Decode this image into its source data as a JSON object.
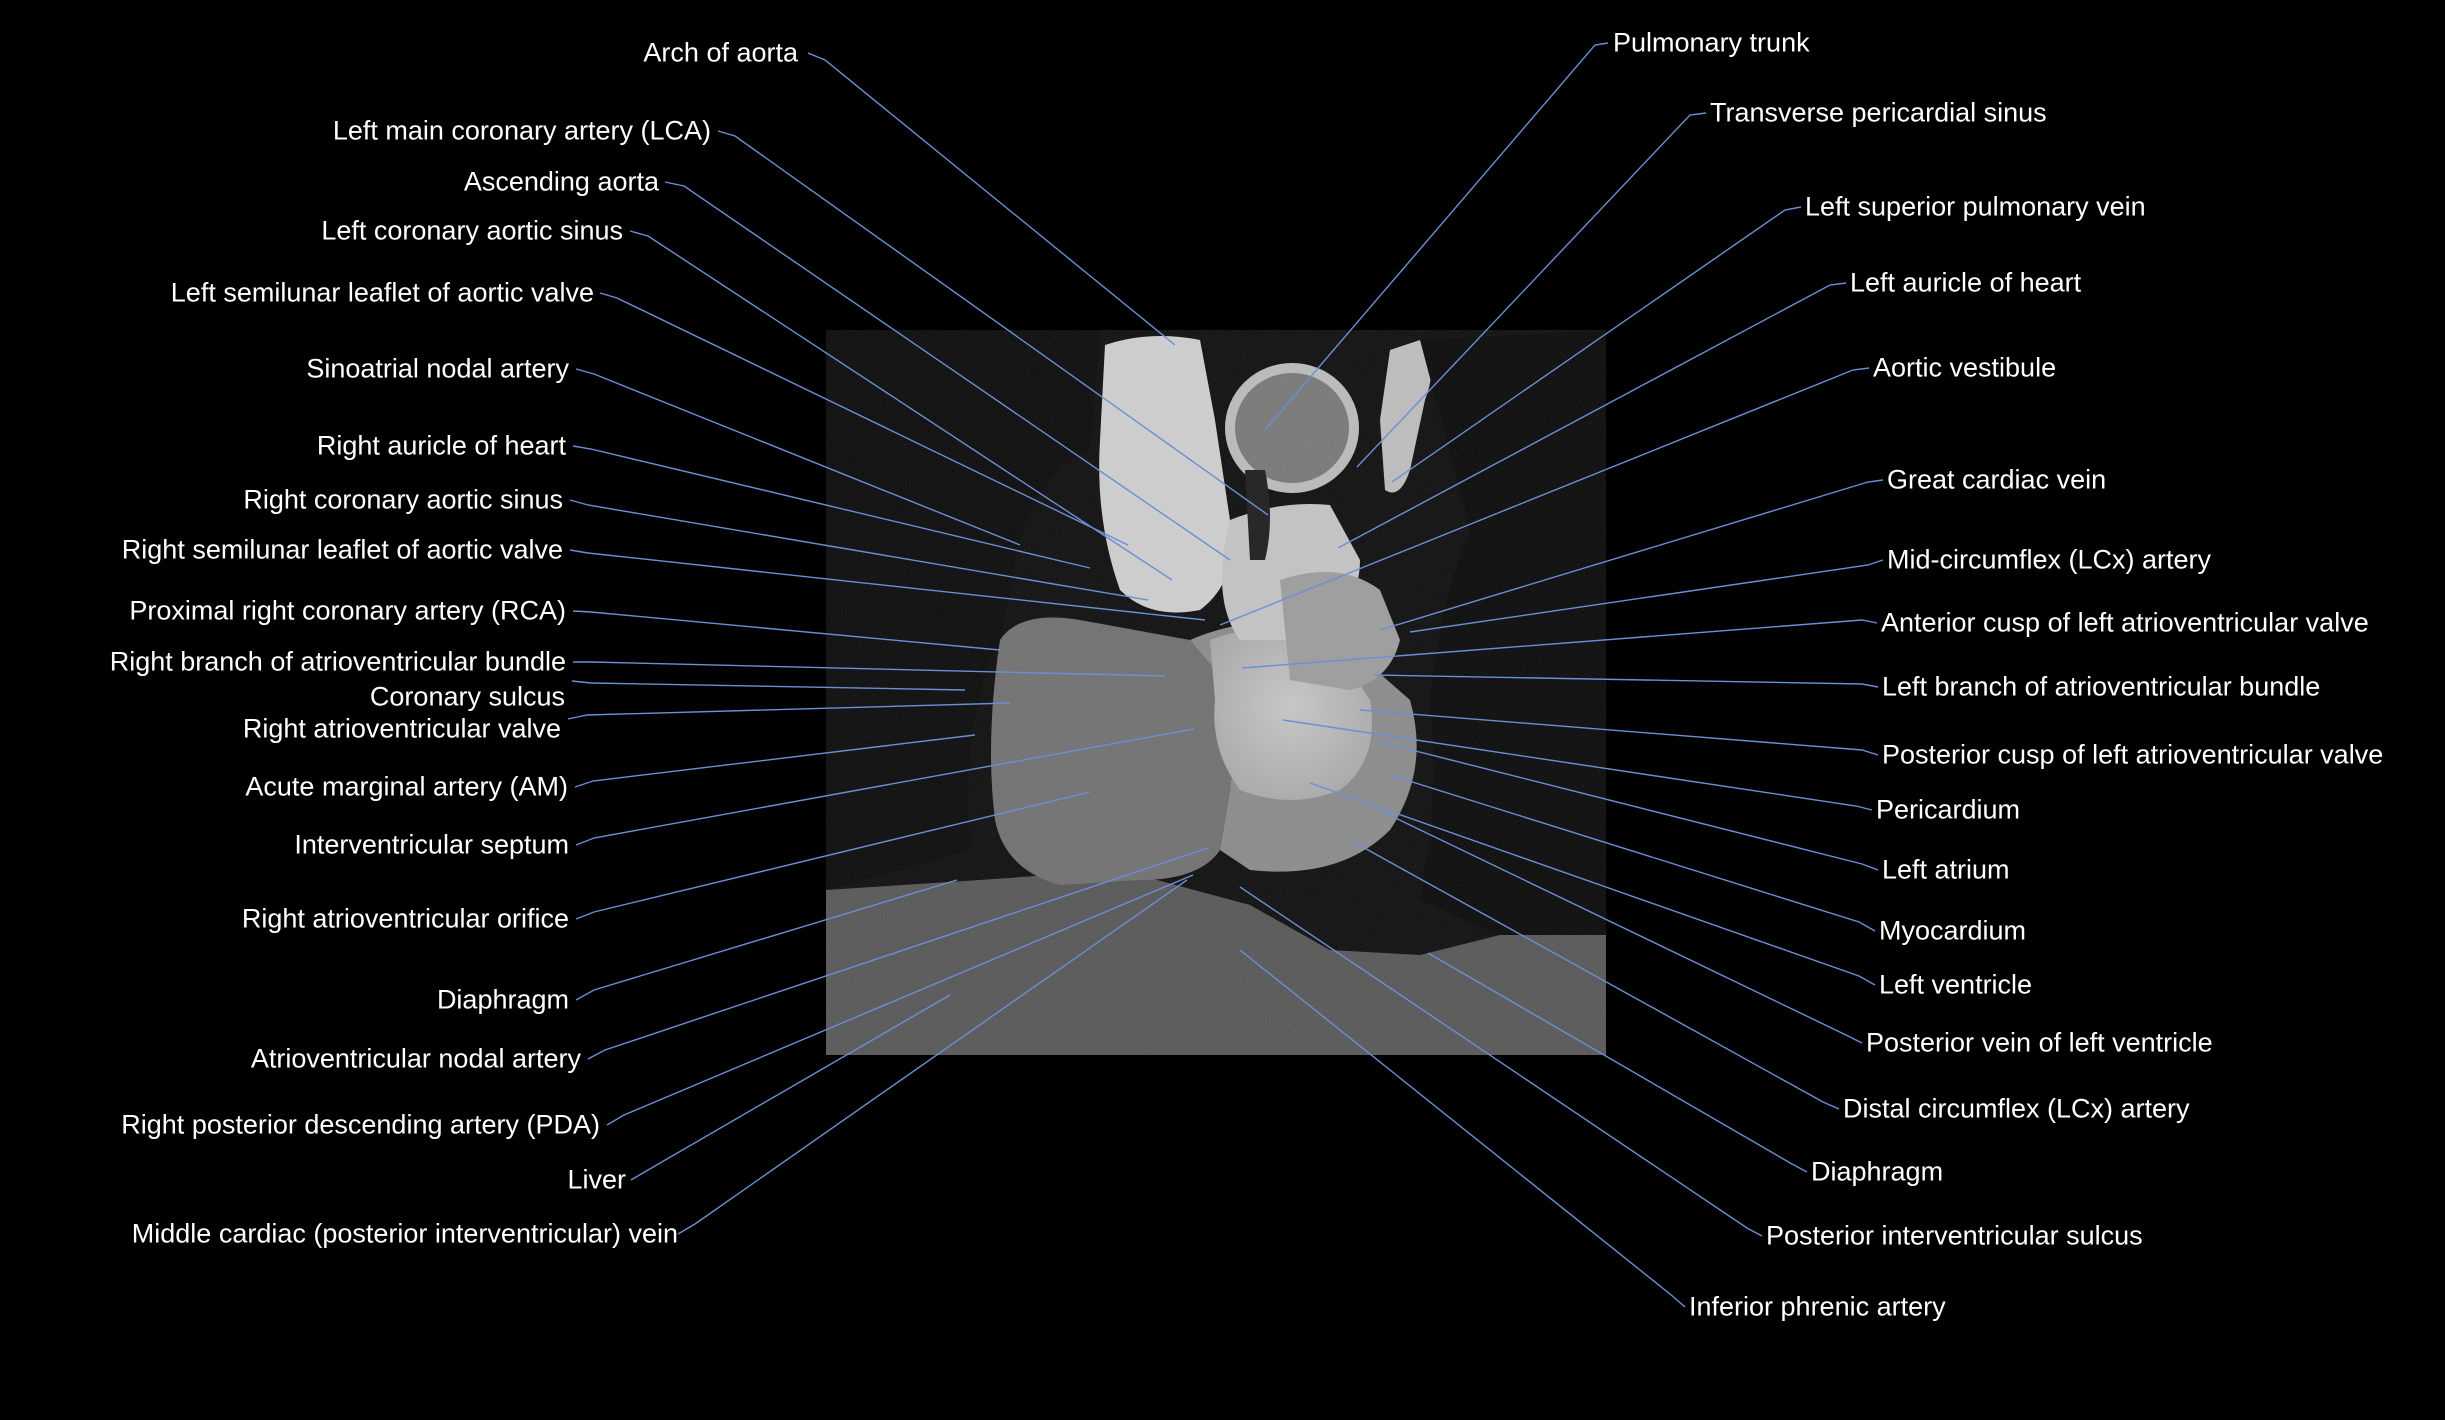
{
  "colors": {
    "background": "#000000",
    "leader": "#6b8fd4",
    "label": "#ffffff"
  },
  "labels_left": [
    "Arch of aorta",
    "Left main coronary artery (LCA)",
    "Ascending aorta",
    "Left coronary aortic sinus",
    "Left semilunar leaflet of aortic valve",
    "Sinoatrial nodal artery",
    "Right auricle of heart",
    "Right coronary aortic sinus",
    "Right semilunar leaflet of aortic valve",
    "Proximal right coronary artery (RCA)",
    "Right branch of atrioventricular bundle",
    "Coronary sulcus",
    "Right atrioventricular valve",
    "Acute marginal artery (AM)",
    "Interventricular septum",
    "Right atrioventricular orifice",
    "Diaphragm",
    "Atrioventricular nodal artery",
    "Right posterior descending artery (PDA)",
    "Liver",
    "Middle cardiac (posterior interventricular) vein"
  ],
  "labels_right": [
    "Pulmonary trunk",
    "Transverse pericardial sinus",
    "Left superior pulmonary vein",
    "Left auricle of heart",
    "Aortic vestibule",
    "Great cardiac vein",
    "Mid-circumflex (LCx) artery",
    "Anterior cusp of left atrioventricular valve",
    "Left branch of atrioventricular bundle",
    "Posterior cusp of left atrioventricular valve",
    "Pericardium",
    "Left atrium",
    "Myocardium",
    "Left ventricle",
    "Posterior vein of left ventricle",
    "Distal circumflex (LCx) artery",
    "Diaphragm",
    "Posterior interventricular sulcus",
    "Inferior phrenic artery"
  ]
}
